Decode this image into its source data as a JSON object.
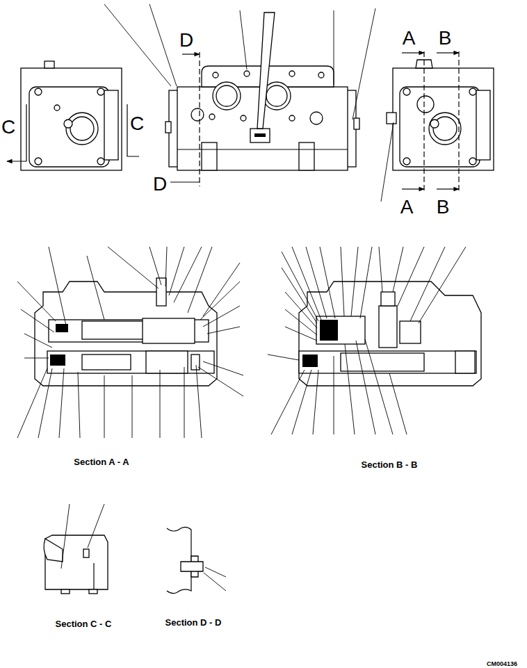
{
  "diagram": {
    "labels": [
      "D",
      "D",
      "C",
      "C",
      "A",
      "B",
      "A",
      "B",
      "Section A - A",
      "Section B - B",
      "Section C - C",
      "Section D - D",
      "CM004136"
    ]
  }
}
